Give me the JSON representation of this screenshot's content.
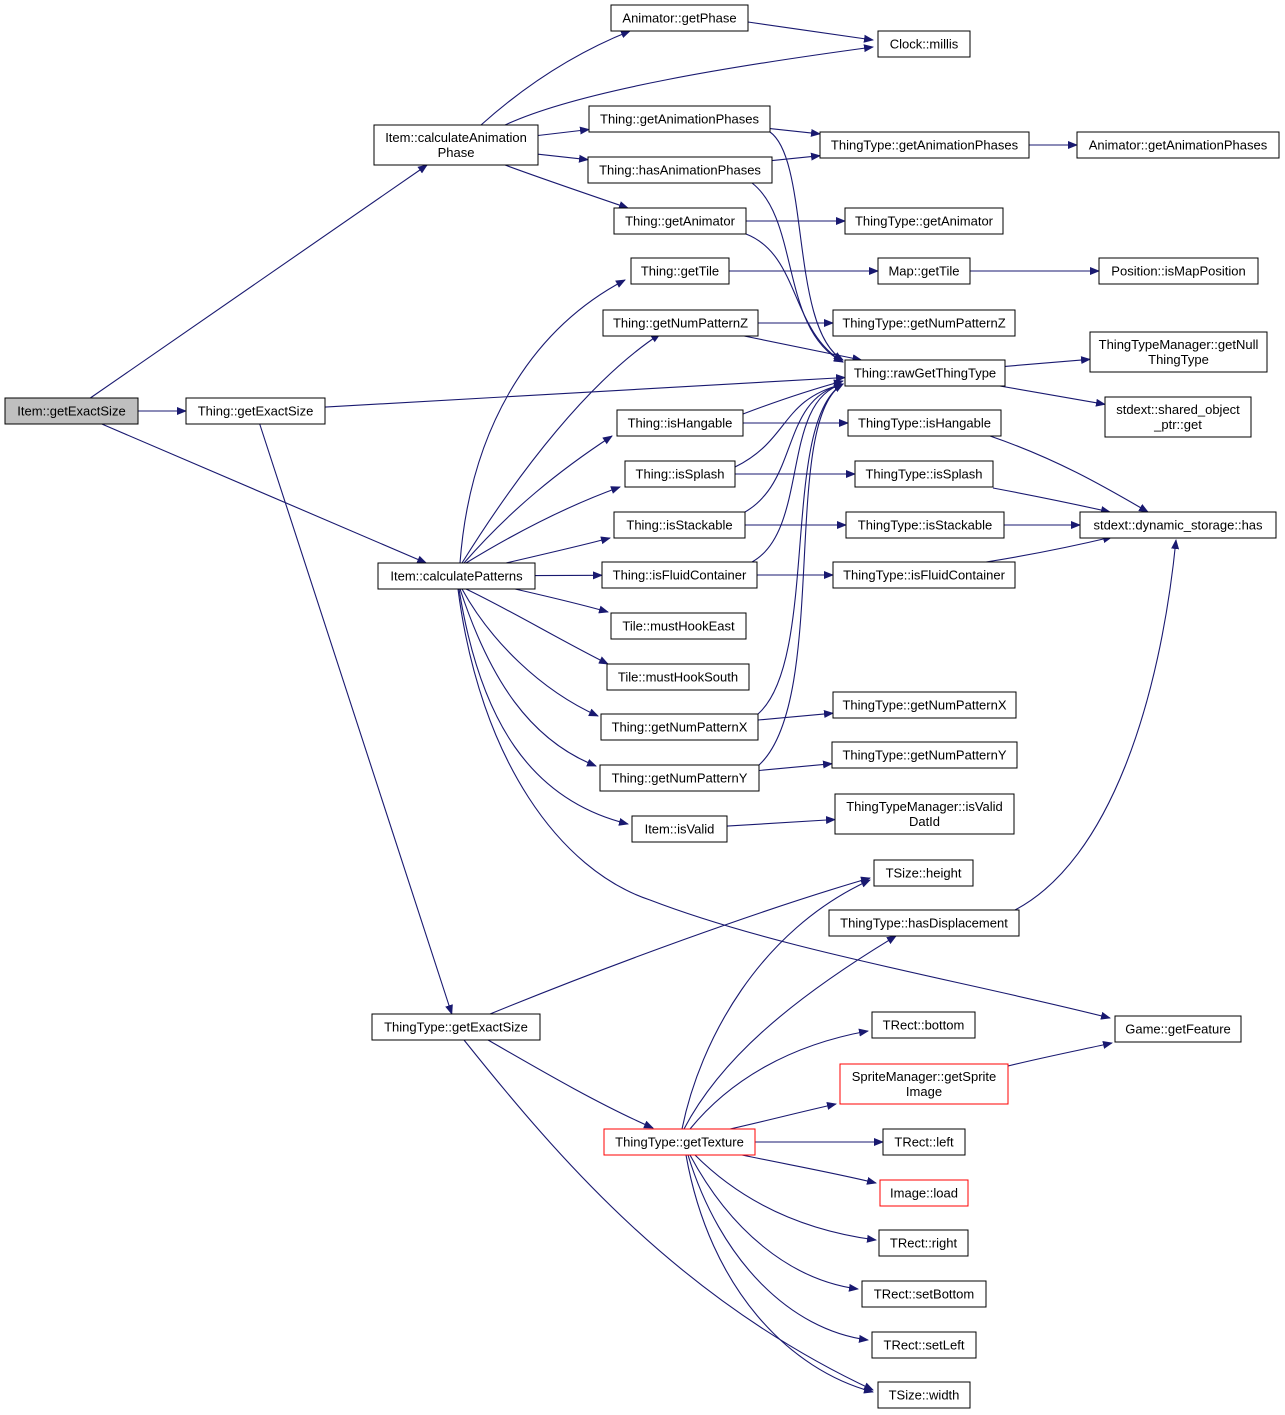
{
  "colors": {
    "edge": "#191970",
    "node_border": "#000000",
    "node_border_highlight": "#ff0000",
    "node_fill": "#ffffff",
    "root_fill": "#bfbfbf",
    "text": "#000000"
  },
  "nodes": [
    {
      "id": "root",
      "lines": [
        "Item::getExactSize"
      ],
      "root": true
    },
    {
      "id": "calcAnim",
      "lines": [
        "Item::calculateAnimation",
        "Phase"
      ]
    },
    {
      "id": "thingGetExactSize",
      "lines": [
        "Thing::getExactSize"
      ]
    },
    {
      "id": "calcPatterns",
      "lines": [
        "Item::calculatePatterns"
      ]
    },
    {
      "id": "ttGetExactSize",
      "lines": [
        "ThingType::getExactSize"
      ]
    },
    {
      "id": "animGetPhase",
      "lines": [
        "Animator::getPhase"
      ]
    },
    {
      "id": "clockMillis",
      "lines": [
        "Clock::millis"
      ]
    },
    {
      "id": "thingGetAnimPhases",
      "lines": [
        "Thing::getAnimationPhases"
      ]
    },
    {
      "id": "thingHasAnimPhases",
      "lines": [
        "Thing::hasAnimationPhases"
      ]
    },
    {
      "id": "thingGetAnimator",
      "lines": [
        "Thing::getAnimator"
      ]
    },
    {
      "id": "ttGetAnimPhases",
      "lines": [
        "ThingType::getAnimationPhases"
      ]
    },
    {
      "id": "animGetAnimPhases",
      "lines": [
        "Animator::getAnimationPhases"
      ]
    },
    {
      "id": "ttGetAnimator",
      "lines": [
        "ThingType::getAnimator"
      ]
    },
    {
      "id": "thingGetTile",
      "lines": [
        "Thing::getTile"
      ]
    },
    {
      "id": "mapGetTile",
      "lines": [
        "Map::getTile"
      ]
    },
    {
      "id": "posIsMapPos",
      "lines": [
        "Position::isMapPosition"
      ]
    },
    {
      "id": "thingNumPatZ",
      "lines": [
        "Thing::getNumPatternZ"
      ]
    },
    {
      "id": "ttNumPatZ",
      "lines": [
        "ThingType::getNumPatternZ"
      ]
    },
    {
      "id": "rawGetThingType",
      "lines": [
        "Thing::rawGetThingType"
      ]
    },
    {
      "id": "ttmGetNull",
      "lines": [
        "ThingTypeManager::getNull",
        "ThingType"
      ]
    },
    {
      "id": "sharedGet",
      "lines": [
        "stdext::shared_object",
        "_ptr::get"
      ]
    },
    {
      "id": "thingIsHangable",
      "lines": [
        "Thing::isHangable"
      ]
    },
    {
      "id": "ttIsHangable",
      "lines": [
        "ThingType::isHangable"
      ]
    },
    {
      "id": "thingIsSplash",
      "lines": [
        "Thing::isSplash"
      ]
    },
    {
      "id": "ttIsSplash",
      "lines": [
        "ThingType::isSplash"
      ]
    },
    {
      "id": "thingIsStackable",
      "lines": [
        "Thing::isStackable"
      ]
    },
    {
      "id": "ttIsStackable",
      "lines": [
        "ThingType::isStackable"
      ]
    },
    {
      "id": "dynHas",
      "lines": [
        "stdext::dynamic_storage::has"
      ]
    },
    {
      "id": "thingIsFluid",
      "lines": [
        "Thing::isFluidContainer"
      ]
    },
    {
      "id": "ttIsFluid",
      "lines": [
        "ThingType::isFluidContainer"
      ]
    },
    {
      "id": "tileHookEast",
      "lines": [
        "Tile::mustHookEast"
      ]
    },
    {
      "id": "tileHookSouth",
      "lines": [
        "Tile::mustHookSouth"
      ]
    },
    {
      "id": "thingNumPatX",
      "lines": [
        "Thing::getNumPatternX"
      ]
    },
    {
      "id": "ttNumPatX",
      "lines": [
        "ThingType::getNumPatternX"
      ]
    },
    {
      "id": "thingNumPatY",
      "lines": [
        "Thing::getNumPatternY"
      ]
    },
    {
      "id": "ttNumPatY",
      "lines": [
        "ThingType::getNumPatternY"
      ]
    },
    {
      "id": "itemIsValid",
      "lines": [
        "Item::isValid"
      ]
    },
    {
      "id": "ttmIsValidDat",
      "lines": [
        "ThingTypeManager::isValid",
        "DatId"
      ]
    },
    {
      "id": "tsizeHeight",
      "lines": [
        "TSize::height"
      ]
    },
    {
      "id": "ttHasDisp",
      "lines": [
        "ThingType::hasDisplacement"
      ]
    },
    {
      "id": "gameGetFeature",
      "lines": [
        "Game::getFeature"
      ]
    },
    {
      "id": "trectBottom",
      "lines": [
        "TRect::bottom"
      ]
    },
    {
      "id": "spriteGetImage",
      "lines": [
        "SpriteManager::getSprite",
        "Image"
      ],
      "highlight": true
    },
    {
      "id": "ttGetTexture",
      "lines": [
        "ThingType::getTexture"
      ],
      "highlight": true
    },
    {
      "id": "trectLeft",
      "lines": [
        "TRect::left"
      ]
    },
    {
      "id": "imageLoad",
      "lines": [
        "Image::load"
      ],
      "highlight": true
    },
    {
      "id": "trectRight",
      "lines": [
        "TRect::right"
      ]
    },
    {
      "id": "trectSetBottom",
      "lines": [
        "TRect::setBottom"
      ]
    },
    {
      "id": "trectSetLeft",
      "lines": [
        "TRect::setLeft"
      ]
    },
    {
      "id": "tsizeWidth",
      "lines": [
        "TSize::width"
      ]
    }
  ],
  "edges": [
    [
      "root",
      "calcAnim"
    ],
    [
      "root",
      "thingGetExactSize"
    ],
    [
      "root",
      "calcPatterns"
    ],
    [
      "thingGetExactSize",
      "rawGetThingType"
    ],
    [
      "thingGetExactSize",
      "ttGetExactSize"
    ],
    [
      "calcAnim",
      "animGetPhase"
    ],
    [
      "calcAnim",
      "clockMillis"
    ],
    [
      "calcAnim",
      "thingGetAnimPhases"
    ],
    [
      "calcAnim",
      "thingHasAnimPhases"
    ],
    [
      "calcAnim",
      "thingGetAnimator"
    ],
    [
      "animGetPhase",
      "clockMillis"
    ],
    [
      "thingGetAnimPhases",
      "ttGetAnimPhases"
    ],
    [
      "thingGetAnimPhases",
      "rawGetThingType"
    ],
    [
      "thingHasAnimPhases",
      "ttGetAnimPhases"
    ],
    [
      "thingHasAnimPhases",
      "rawGetThingType"
    ],
    [
      "ttGetAnimPhases",
      "animGetAnimPhases"
    ],
    [
      "thingGetAnimator",
      "ttGetAnimator"
    ],
    [
      "thingGetAnimator",
      "rawGetThingType"
    ],
    [
      "calcPatterns",
      "thingGetTile"
    ],
    [
      "calcPatterns",
      "thingNumPatZ"
    ],
    [
      "calcPatterns",
      "thingIsHangable"
    ],
    [
      "calcPatterns",
      "thingIsSplash"
    ],
    [
      "calcPatterns",
      "thingIsStackable"
    ],
    [
      "calcPatterns",
      "thingIsFluid"
    ],
    [
      "calcPatterns",
      "tileHookEast"
    ],
    [
      "calcPatterns",
      "tileHookSouth"
    ],
    [
      "calcPatterns",
      "thingNumPatX"
    ],
    [
      "calcPatterns",
      "thingNumPatY"
    ],
    [
      "calcPatterns",
      "itemIsValid"
    ],
    [
      "calcPatterns",
      "gameGetFeature"
    ],
    [
      "thingGetTile",
      "mapGetTile"
    ],
    [
      "mapGetTile",
      "posIsMapPos"
    ],
    [
      "thingNumPatZ",
      "ttNumPatZ"
    ],
    [
      "thingNumPatZ",
      "rawGetThingType"
    ],
    [
      "rawGetThingType",
      "ttmGetNull"
    ],
    [
      "rawGetThingType",
      "sharedGet"
    ],
    [
      "thingIsHangable",
      "ttIsHangable"
    ],
    [
      "thingIsHangable",
      "rawGetThingType"
    ],
    [
      "thingIsSplash",
      "ttIsSplash"
    ],
    [
      "thingIsSplash",
      "rawGetThingType"
    ],
    [
      "thingIsStackable",
      "ttIsStackable"
    ],
    [
      "thingIsStackable",
      "rawGetThingType"
    ],
    [
      "thingIsFluid",
      "ttIsFluid"
    ],
    [
      "thingIsFluid",
      "rawGetThingType"
    ],
    [
      "ttIsHangable",
      "dynHas"
    ],
    [
      "ttIsSplash",
      "dynHas"
    ],
    [
      "ttIsStackable",
      "dynHas"
    ],
    [
      "ttIsFluid",
      "dynHas"
    ],
    [
      "thingNumPatX",
      "ttNumPatX"
    ],
    [
      "thingNumPatX",
      "rawGetThingType"
    ],
    [
      "thingNumPatY",
      "ttNumPatY"
    ],
    [
      "thingNumPatY",
      "rawGetThingType"
    ],
    [
      "itemIsValid",
      "ttmIsValidDat"
    ],
    [
      "ttHasDisp",
      "dynHas"
    ],
    [
      "ttGetExactSize",
      "tsizeHeight"
    ],
    [
      "ttGetExactSize",
      "ttGetTexture"
    ],
    [
      "ttGetExactSize",
      "tsizeWidth"
    ],
    [
      "ttGetTexture",
      "tsizeHeight"
    ],
    [
      "ttGetTexture",
      "ttHasDisp"
    ],
    [
      "ttGetTexture",
      "trectBottom"
    ],
    [
      "ttGetTexture",
      "spriteGetImage"
    ],
    [
      "ttGetTexture",
      "trectLeft"
    ],
    [
      "ttGetTexture",
      "imageLoad"
    ],
    [
      "ttGetTexture",
      "trectRight"
    ],
    [
      "ttGetTexture",
      "trectSetBottom"
    ],
    [
      "ttGetTexture",
      "trectSetLeft"
    ],
    [
      "ttGetTexture",
      "tsizeWidth"
    ],
    [
      "spriteGetImage",
      "gameGetFeature"
    ]
  ]
}
